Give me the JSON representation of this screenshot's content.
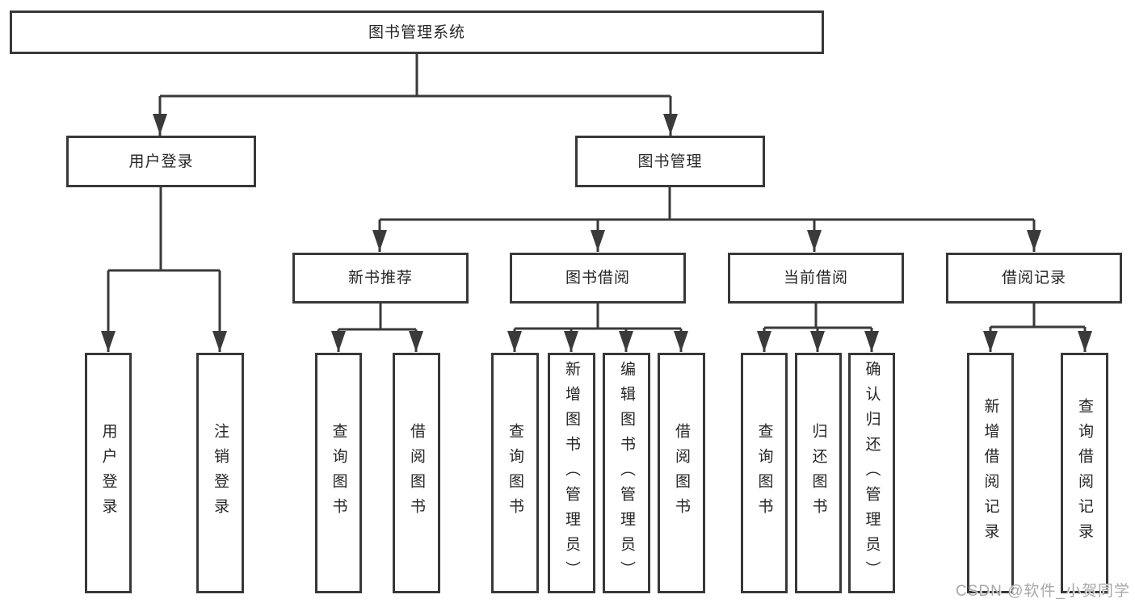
{
  "tree": {
    "root": "图书管理系统",
    "branches": [
      {
        "label": "用户登录",
        "children": [
          "用户登录",
          "注销登录"
        ]
      },
      {
        "label": "图书管理",
        "sections": [
          {
            "label": "新书推荐",
            "children": [
              "查询图书",
              "借阅图书"
            ]
          },
          {
            "label": "图书借阅",
            "children": [
              "查询图书",
              "新增图书（管理员）",
              "编辑图书（管理员）",
              "借阅图书"
            ]
          },
          {
            "label": "当前借阅",
            "children": [
              "查询图书",
              "归还图书",
              "确认归还（管理员）"
            ]
          },
          {
            "label": "借阅记录",
            "children": [
              "新增借阅记录",
              "查询借阅记录"
            ]
          }
        ]
      }
    ]
  },
  "watermark": "CSDN @软件_小贺同学",
  "colors": {
    "line": "#3a3a3a",
    "border": "#383838",
    "text": "#262626",
    "watermark": "#a8a8a8",
    "background": "#ffffff"
  }
}
